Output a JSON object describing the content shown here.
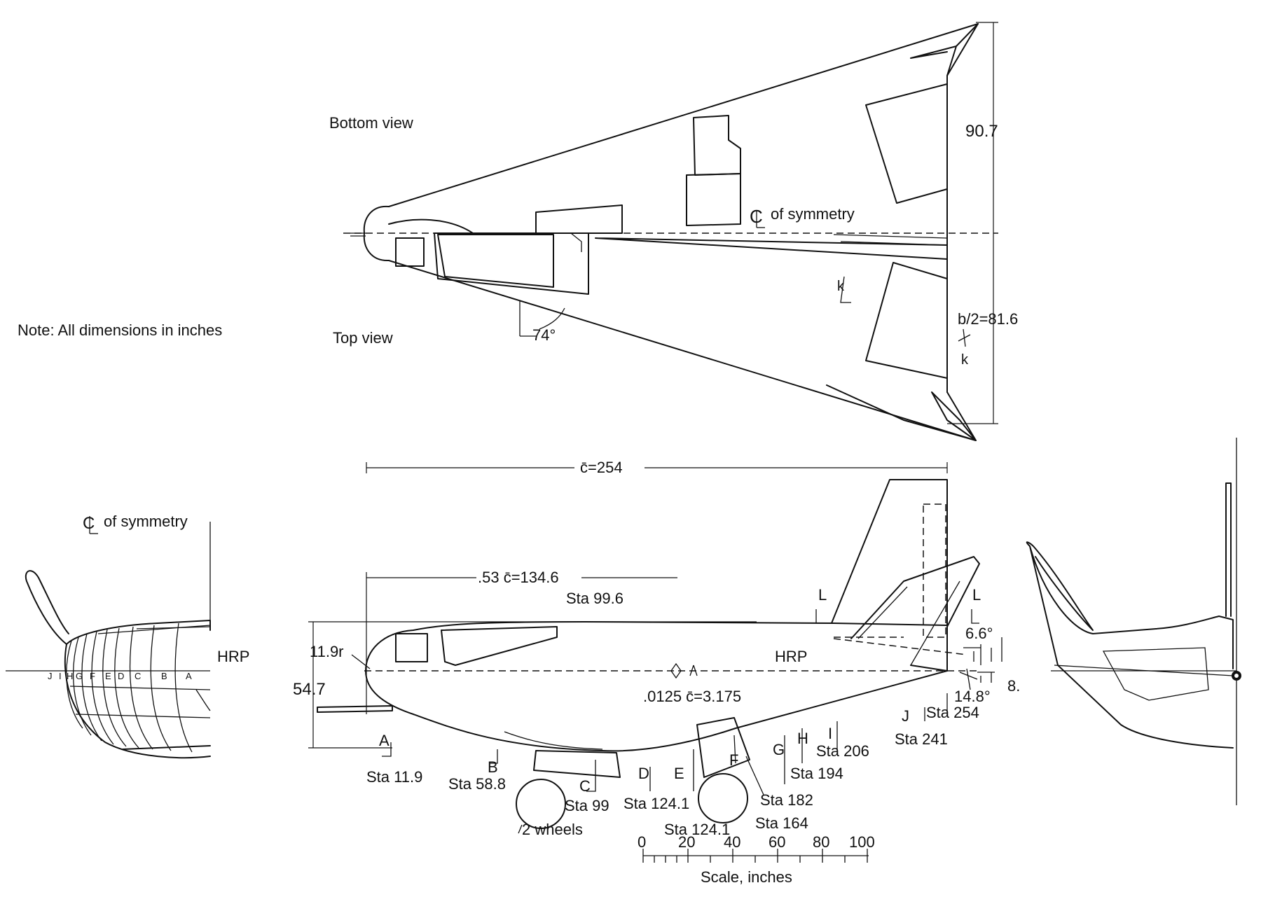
{
  "views": {
    "bottom_view": "Bottom view",
    "top_view": "Top view",
    "cl_symmetry_plan": "of symmetry",
    "cl_symmetry_front": "of symmetry"
  },
  "note": "Note: All dimensions in inches",
  "plan_dims": {
    "half_width_upper": "90.7",
    "half_span": "b/2=81.6",
    "sweep_angle": "74°",
    "k_upper": "k",
    "k_lower": "k"
  },
  "side_dims": {
    "mac": "c̄=254",
    "mac_53": ".53 c̄=134.6",
    "sta_99_6": "Sta 99.6",
    "nose_radius": "11.9r",
    "height": "54.7",
    "hrp": "HRP",
    "mac_0125": ".0125 c̄=3.175",
    "angle_6_6": "6.6°",
    "angle_14_8": "14.8°",
    "dim_8": "8.",
    "L_left": "L",
    "L_right": "L"
  },
  "stations": {
    "A": "A",
    "B": "B",
    "C": "C",
    "D": "D",
    "E": "E",
    "F": "F",
    "G": "G",
    "H": "H",
    "I": "I",
    "J": "J",
    "sta_11_9": "Sta 11.9",
    "sta_58_8": "Sta 58.8",
    "sta_99": "Sta 99",
    "sta_124_1a": "Sta 124.1",
    "sta_124_1b": "Sta 124.1",
    "sta_164": "Sta 164",
    "sta_182": "Sta 182",
    "sta_194": "Sta 194",
    "sta_206": "Sta 206",
    "sta_241": "Sta 241",
    "sta_254": "Sta 254"
  },
  "wheels": "2 wheels",
  "scale": {
    "ticks": [
      "0",
      "20",
      "40",
      "60",
      "80",
      "100"
    ],
    "label": "Scale, inches"
  },
  "front": {
    "hrp": "HRP",
    "section_letters": [
      "J",
      "I",
      "H",
      "G",
      "F",
      "E",
      "D",
      "C",
      "B",
      "A"
    ]
  }
}
